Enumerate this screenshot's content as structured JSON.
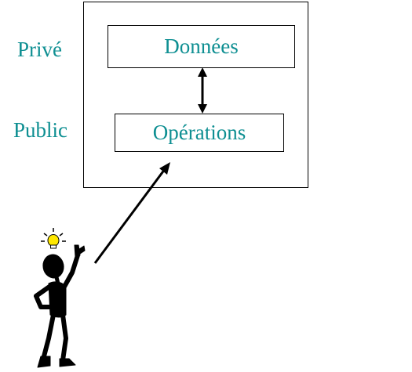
{
  "labels": {
    "private": "Privé",
    "public": "Public"
  },
  "boxes": {
    "data": "Données",
    "operations": "Opérations"
  },
  "colors": {
    "text": "#0e8f92",
    "lines": "#000000",
    "bulb": "#ffe800"
  },
  "icons": {
    "user": "thinking-stick-figure-icon",
    "idea": "light-bulb-icon"
  }
}
